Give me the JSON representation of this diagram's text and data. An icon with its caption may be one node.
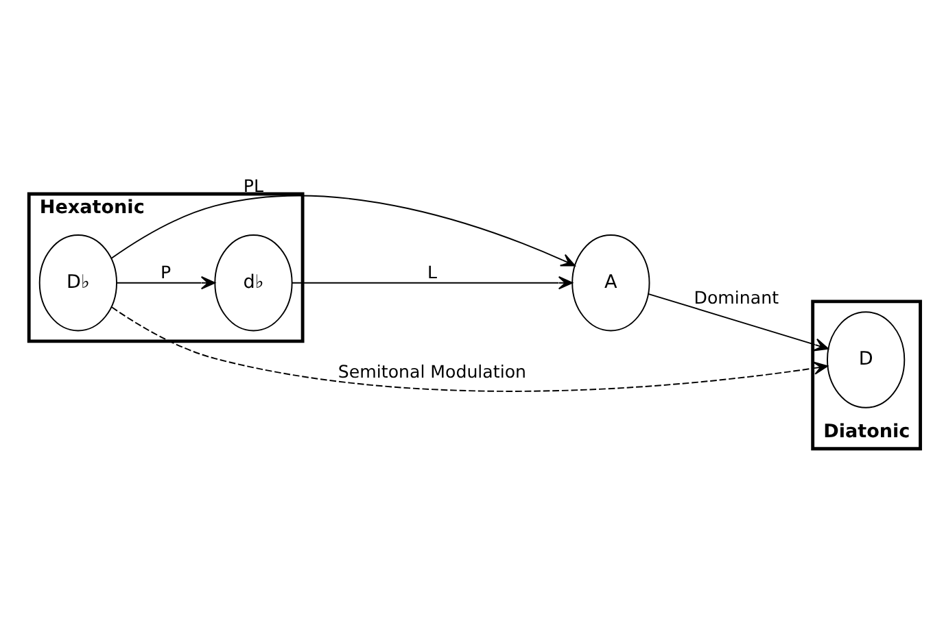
{
  "diagram": {
    "nodes": [
      {
        "text": [
          "Hexatonic"
        ]
      },
      {
        "text": [
          "Diatonic"
        ]
      },
      {
        "text": [
          "D♭"
        ],
        "in": 0
      },
      {
        "text": [
          "d♭"
        ],
        "in": 0
      },
      {
        "text": [
          "A"
        ]
      },
      {
        "text": [
          "D"
        ],
        "in": 1
      }
    ],
    "edges": [
      {
        "from": 2,
        "to": 3,
        "arrow": "to",
        "label": "P"
      },
      {
        "from": 3,
        "to": 4,
        "arrow": "to",
        "label": "L"
      },
      {
        "from": 2,
        "to": 4,
        "arrow": "to",
        "label": "PL"
      },
      {
        "from": 4,
        "to": 5,
        "arrow": "to",
        "label": "Dominant"
      },
      {
        "from": 2,
        "to": 5,
        "arrow": "to",
        "label": "Semitonal Modulation",
        "style": "dashed"
      }
    ]
  }
}
